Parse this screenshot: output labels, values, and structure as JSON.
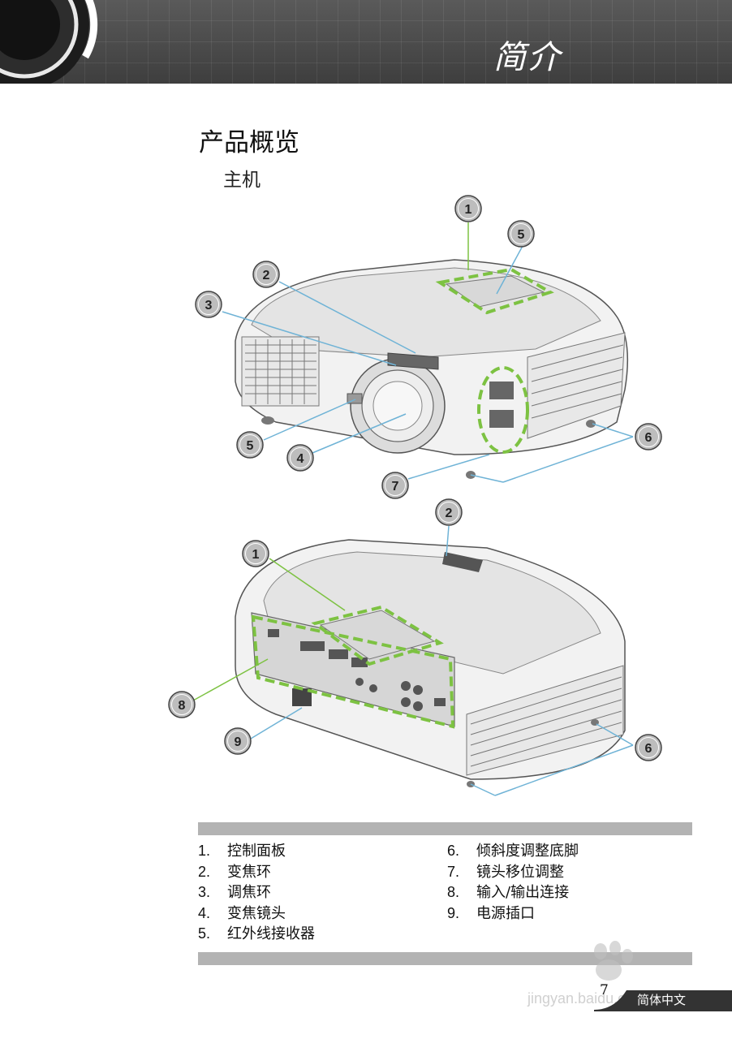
{
  "header": {
    "title": "简介"
  },
  "section_title": "产品概览",
  "subsection_title": "主机",
  "callouts": {
    "top": [
      "1",
      "2",
      "3",
      "4",
      "5",
      "5",
      "6",
      "7"
    ],
    "bottom": [
      "1",
      "2",
      "6",
      "8",
      "9"
    ]
  },
  "legend": {
    "left": [
      {
        "num": "1.",
        "label": "控制面板"
      },
      {
        "num": "2.",
        "label": "变焦环"
      },
      {
        "num": "3.",
        "label": "调焦环"
      },
      {
        "num": "4.",
        "label": "变焦镜头"
      },
      {
        "num": "5.",
        "label": "红外线接收器"
      }
    ],
    "right": [
      {
        "num": "6.",
        "label": "倾斜度调整底脚"
      },
      {
        "num": "7.",
        "label": "镜头移位调整"
      },
      {
        "num": "8.",
        "label": "输入/输出连接"
      },
      {
        "num": "9.",
        "label": "电源插口"
      }
    ]
  },
  "footer": {
    "page_number": "7",
    "language_label": "简体中文"
  },
  "watermark": {
    "text": "jingyan.baidu.com"
  },
  "colors": {
    "highlight_green": "#7dc242",
    "leader_blue": "#6fb3d6",
    "header_bg": "#4a4a4a",
    "bar_gray": "#b3b3b3"
  }
}
